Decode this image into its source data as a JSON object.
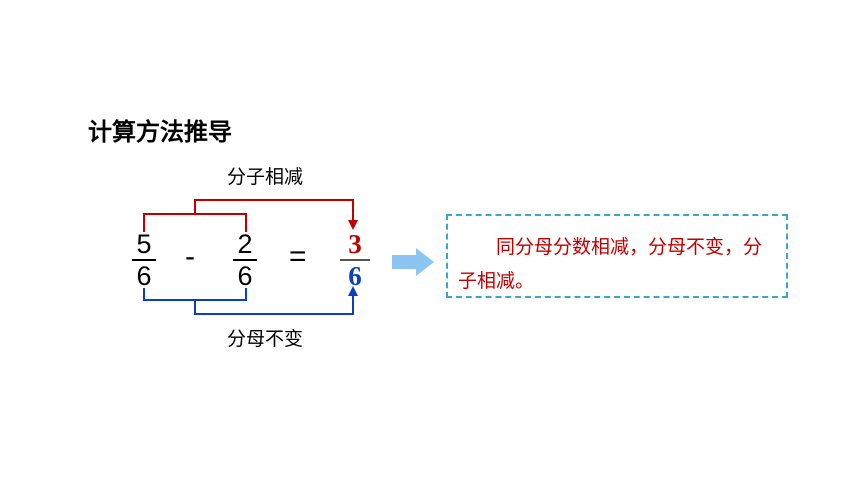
{
  "title": "计算方法推导",
  "annotations": {
    "top": "分子相减",
    "bottom": "分母不变"
  },
  "equation": {
    "fraction1": {
      "numerator": "5",
      "denominator": "6"
    },
    "operator": "-",
    "fraction2": {
      "numerator": "2",
      "denominator": "6"
    },
    "equals": "=",
    "result": {
      "numerator": "3",
      "denominator": "6"
    }
  },
  "conclusion": "同分母分数相减，分母不变，分子相减。",
  "colors": {
    "numerator_bracket": "#c00000",
    "denominator_bracket": "#0a3fc4",
    "note_border": "#3aa6c9",
    "arrow": "#8cc5f2"
  }
}
